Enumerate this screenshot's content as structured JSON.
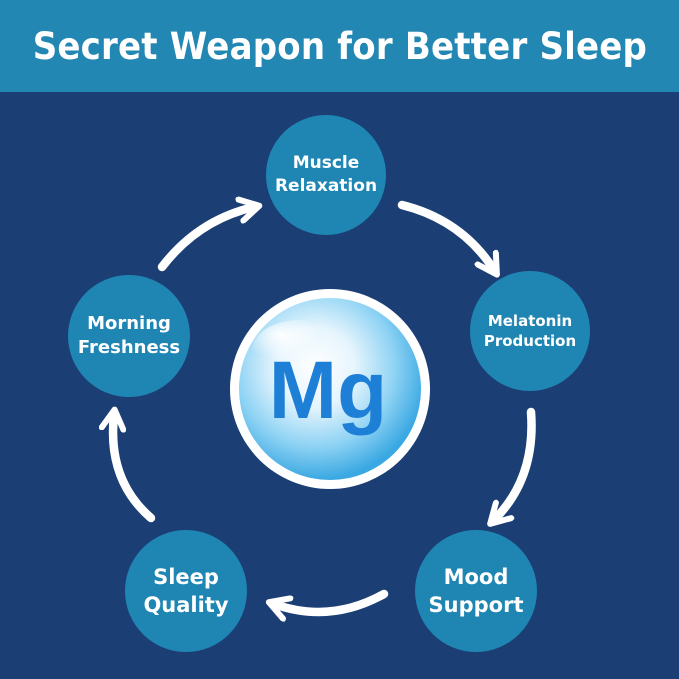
{
  "title": "Secret Weapon for Better Sleep",
  "center": {
    "symbol": "Mg"
  },
  "cycle": [
    {
      "line1": "Muscle",
      "line2": "Relaxation"
    },
    {
      "line1": "Melatonin",
      "line2": "Production"
    },
    {
      "line1": "Mood",
      "line2": "Support"
    },
    {
      "line1": "Sleep",
      "line2": "Quality"
    },
    {
      "line1": "Morning",
      "line2": "Freshness"
    }
  ],
  "colors": {
    "background": "#1b3e74",
    "header": "#2287b2",
    "node": "#1f86b3",
    "arrow": "#ffffff",
    "symbol": "#1e7fd6"
  }
}
